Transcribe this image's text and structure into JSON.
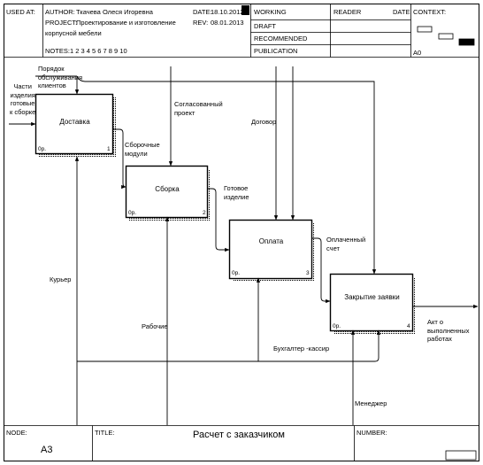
{
  "header": {
    "used_at": "USED AT:",
    "author_label": "AUTHOR:",
    "author": "Ткачева Олеся Игоревна",
    "project_label": "PROJECT:",
    "project_line1": "Проектирование и изготовление",
    "project_line2": "корпусной мебели",
    "notes_label": "NOTES:",
    "notes": "1  2  3  4  5  6  7  8  9  10",
    "date_label": "DATE:",
    "date": "18.10.2012",
    "rev_label": "REV:",
    "rev": "08.01.2013",
    "status": [
      "WORKING",
      "DRAFT",
      "RECOMMENDED",
      "PUBLICATION"
    ],
    "reader": "READER",
    "reader_date": "DATE",
    "context": "CONTEXT:",
    "context_node": "A0"
  },
  "boxes": [
    {
      "name": "Доставка",
      "cost": "0р.",
      "number": "1"
    },
    {
      "name": "Сборка",
      "cost": "0р.",
      "number": "2"
    },
    {
      "name": "Оплата",
      "cost": "0р.",
      "number": "3"
    },
    {
      "name": "Закрытие заявки",
      "cost": "0р.",
      "number": "4"
    }
  ],
  "arrows": {
    "input": "Части\nизделия\nготовые\nк сборке",
    "policy": "Порядок\nобслуживания\nклиентов",
    "modules": "Сборочные\nмодули",
    "project": "Согласованный\nпроект",
    "product": "Готовое\nизделие",
    "contract": "Договор",
    "paid": "Оплаченный\nсчет",
    "output": "Акт о\nвыполненных\nработах",
    "courier": "Курьер",
    "workers": "Рабочие",
    "cashier": "Бухгалтер -кассир",
    "manager": "Менеджер"
  },
  "footer": {
    "node_label": "NODE:",
    "node": "A3",
    "title_label": "TITLE:",
    "title": "Расчет с заказчиком",
    "number_label": "NUMBER:"
  }
}
